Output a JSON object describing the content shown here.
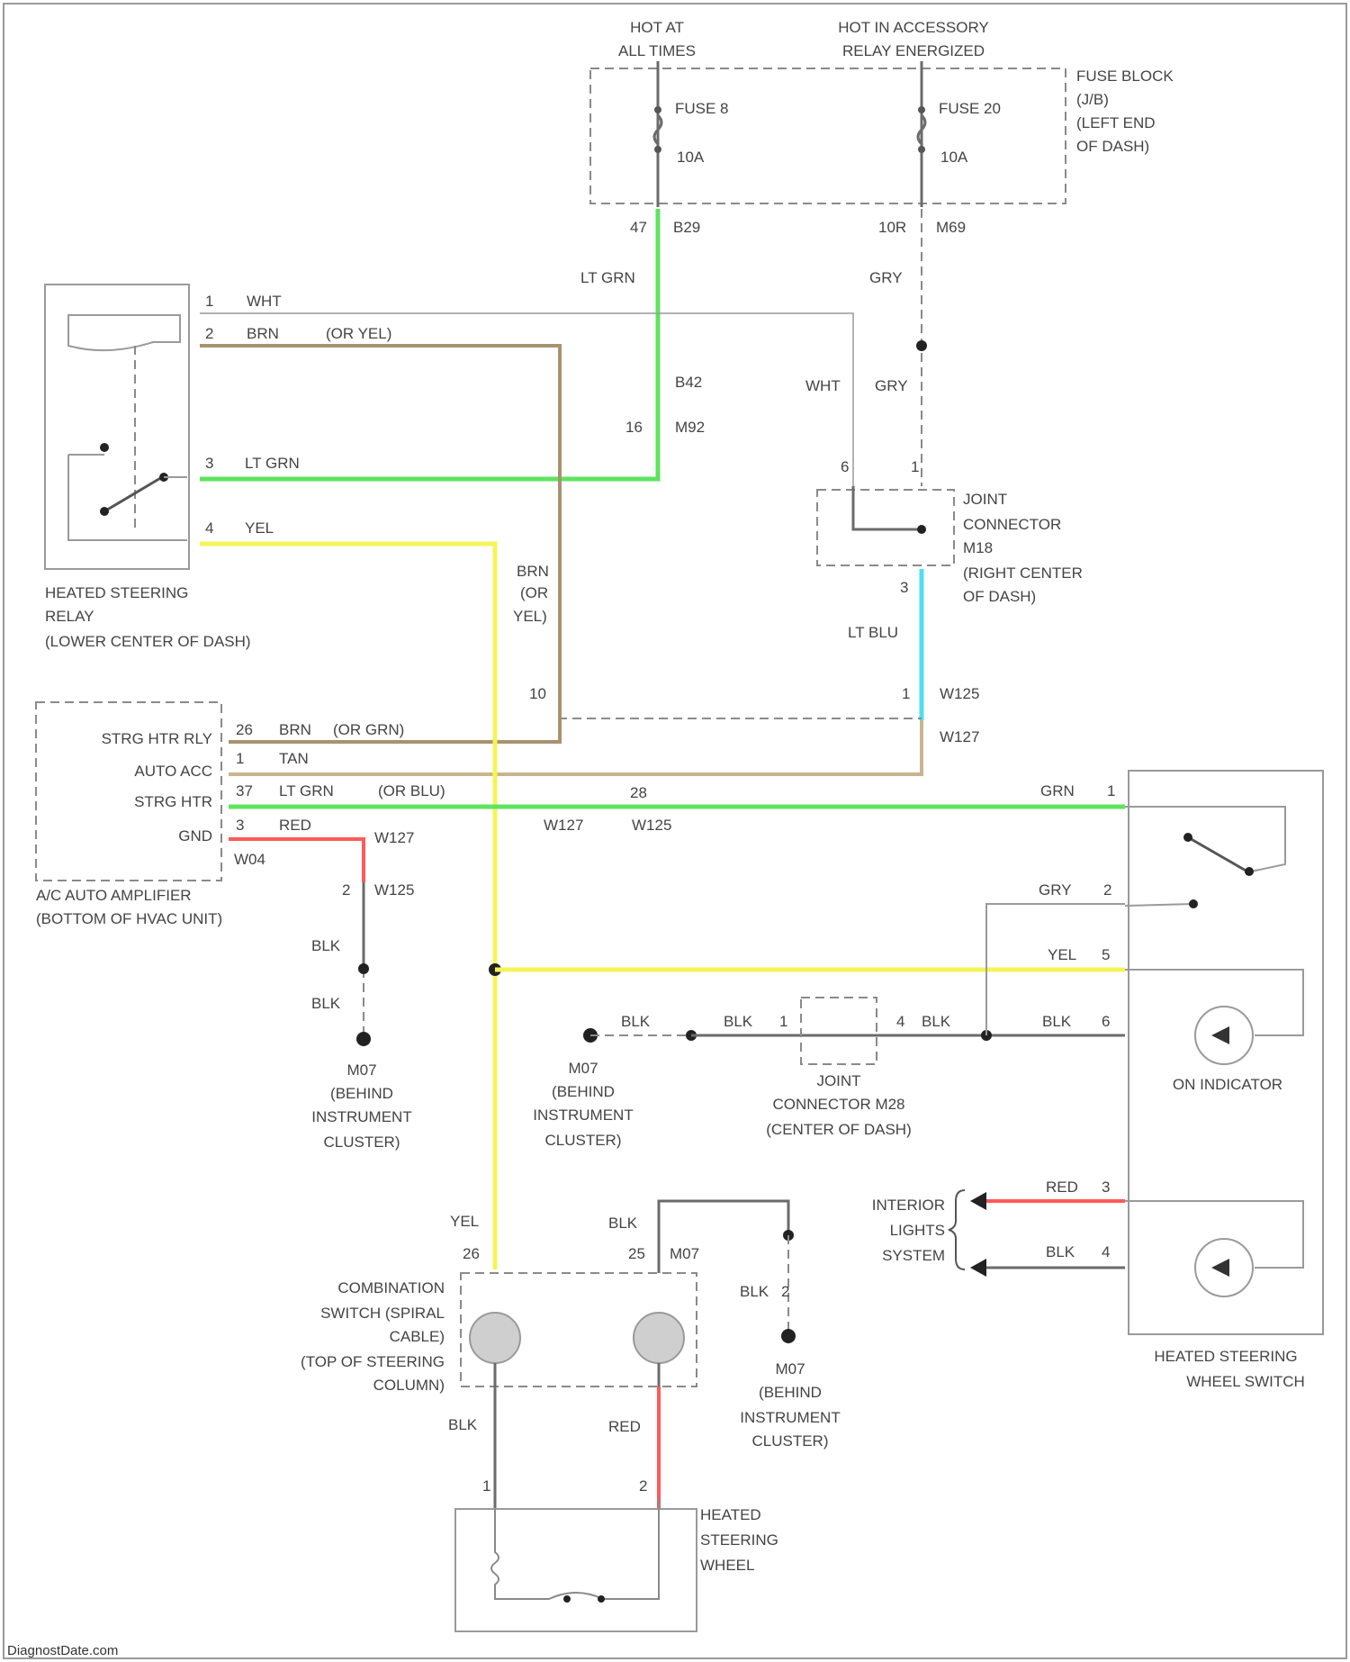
{
  "top_labels": {
    "hot_at_all_times": [
      "HOT AT",
      "ALL TIMES"
    ],
    "hot_in_accessory": [
      "HOT IN ACCESSORY",
      "RELAY ENERGIZED"
    ]
  },
  "fuse_block": {
    "label": [
      "FUSE BLOCK",
      "(J/B)",
      "(LEFT END",
      "OF DASH)"
    ],
    "fuse_a": {
      "name": "FUSE 8",
      "rating": "10A",
      "pin": "47",
      "conn": "B29"
    },
    "fuse_b": {
      "name": "FUSE 20",
      "rating": "10A",
      "pin": "10R",
      "conn": "M69"
    }
  },
  "relay": {
    "label": [
      "HEATED STEERING",
      "RELAY",
      "(LOWER CENTER OF DASH)"
    ],
    "pins": [
      {
        "num": "1",
        "wire": "WHT",
        "alt": ""
      },
      {
        "num": "2",
        "wire": "BRN",
        "alt": "(OR YEL)"
      },
      {
        "num": "3",
        "wire": "LT GRN",
        "alt": ""
      },
      {
        "num": "4",
        "wire": "YEL",
        "alt": ""
      }
    ]
  },
  "wires": {
    "lt_grn": "LT GRN",
    "gry": "GRY",
    "wht": "WHT",
    "gry2": "GRY",
    "lt_blu": "LT BLU",
    "brn_or_yel": [
      "BRN",
      "(OR",
      "YEL)"
    ],
    "conn_b42": "B42",
    "pin_16": "16",
    "conn_m92": "M92",
    "pin_10": "10",
    "pin_1_w125": "1",
    "conn_w125": "W125",
    "conn_w127": "W127"
  },
  "joint_connector_m18": {
    "label": [
      "JOINT",
      "CONNECTOR",
      "M18",
      "(RIGHT CENTER",
      "OF DASH)"
    ],
    "pins": [
      "6",
      "1",
      "3"
    ]
  },
  "amplifier": {
    "label": [
      "A/C AUTO AMPLIFIER",
      "(BOTTOM OF HVAC UNIT)"
    ],
    "rows": [
      {
        "name": "STRG HTR RLY",
        "pin": "26",
        "wire": "BRN",
        "alt": "(OR GRN)"
      },
      {
        "name": "AUTO ACC",
        "pin": "1",
        "wire": "TAN",
        "alt": ""
      },
      {
        "name": "STRG HTR",
        "pin": "37",
        "wire": "LT GRN",
        "alt": "(OR BLU)"
      },
      {
        "name": "GND",
        "pin": "3",
        "wire": "RED",
        "alt": ""
      }
    ],
    "conn_w127": "W127",
    "conn_w125_green": "W125",
    "pin_28": "28",
    "conn_w127_red": "W127",
    "conn_w04": "W04",
    "pin_2": "2",
    "conn_w125_red": "W125"
  },
  "grounds": {
    "left": {
      "wire1": "BLK",
      "wire2": "BLK",
      "name": [
        "M07",
        "(BEHIND",
        "INSTRUMENT",
        "CLUSTER)"
      ]
    },
    "middle": {
      "name": [
        "M07",
        "(BEHIND",
        "INSTRUMENT",
        "CLUSTER)"
      ]
    },
    "right": {
      "name": [
        "M07",
        "(BEHIND",
        "INSTRUMENT",
        "CLUSTER)"
      ]
    }
  },
  "joint_connector_m28": {
    "label": [
      "JOINT",
      "CONNECTOR M28",
      "(CENTER OF DASH)"
    ],
    "wires": [
      "BLK",
      "BLK",
      "BLK",
      "BLK"
    ],
    "pins": [
      "1",
      "4"
    ]
  },
  "switch": {
    "label": [
      "HEATED STEERING",
      "WHEEL SWITCH"
    ],
    "rows": [
      {
        "wire": "GRN",
        "pin": "1"
      },
      {
        "wire": "GRY",
        "pin": "2"
      },
      {
        "wire": "YEL",
        "pin": "5"
      },
      {
        "wire": "BLK",
        "pin": "6"
      },
      {
        "wire": "RED",
        "pin": "3"
      },
      {
        "wire": "BLK",
        "pin": "4"
      }
    ],
    "on_indicator": "ON INDICATOR"
  },
  "interior_lights": [
    "INTERIOR",
    "LIGHTS",
    "SYSTEM"
  ],
  "combination_switch": {
    "label": [
      "COMBINATION",
      "SWITCH (SPIRAL",
      "CABLE)",
      "(TOP OF STEERING",
      "COLUMN)"
    ],
    "yel": "YEL",
    "pin_26": "26",
    "blk": "BLK",
    "pin_25": "25",
    "conn": "M07",
    "blk2": "BLK",
    "pin_2": "2",
    "blk_bottom": "BLK",
    "red_bottom": "RED"
  },
  "heated_wheel": {
    "label": [
      "HEATED",
      "STEERING",
      "WHEEL"
    ],
    "pins": [
      "1",
      "2"
    ]
  },
  "watermark": "DiagnostDate.com"
}
